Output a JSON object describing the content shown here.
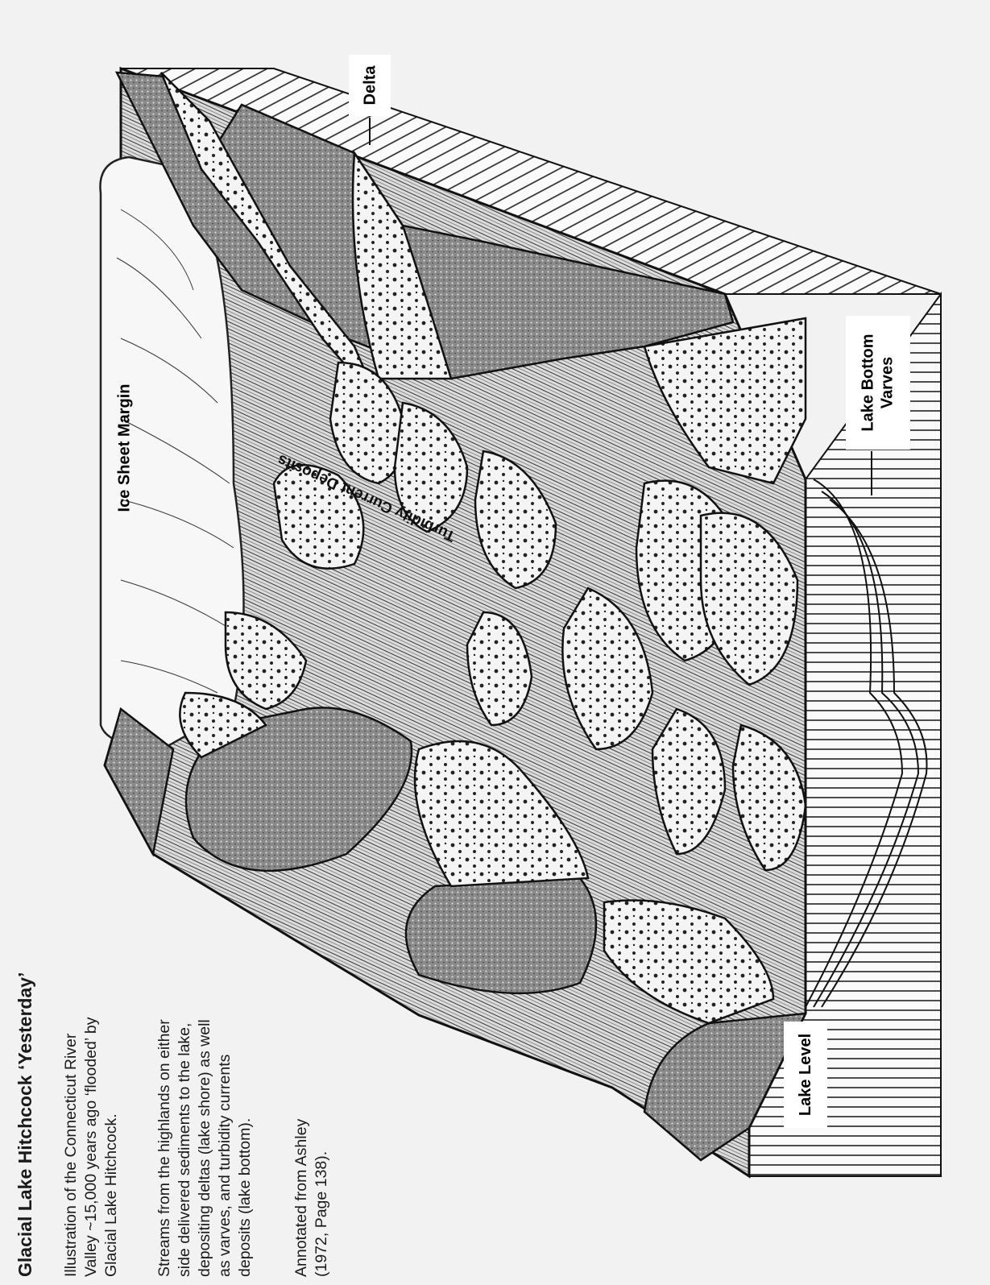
{
  "title": "Glacial Lake Hitchcock ‘Yesterday’",
  "caption_lines": [
    "Illustration of the Connecticut River",
    "Valley ~15,000 years ago ‘flooded’ by",
    "Glacial Lake Hitchcock."
  ],
  "streams_lines": [
    "Streams from the highlands on either",
    "side delivered sediments to the lake,",
    "depositing deltas (lake shore) as well",
    "as varves, and turbidity currents",
    "deposits (lake bottom)."
  ],
  "annotation_lines": [
    "Annotated from Ashley",
    "(1972, Page 138)."
  ],
  "labels": {
    "delta": "Delta",
    "ice_sheet_margin": "Ice Sheet Margin",
    "turbidity": "Turbidity Current Deposits",
    "lake_level": "Lake Level",
    "lake_bottom_line1": "Lake Bottom",
    "lake_bottom_line2": "Varves"
  }
}
